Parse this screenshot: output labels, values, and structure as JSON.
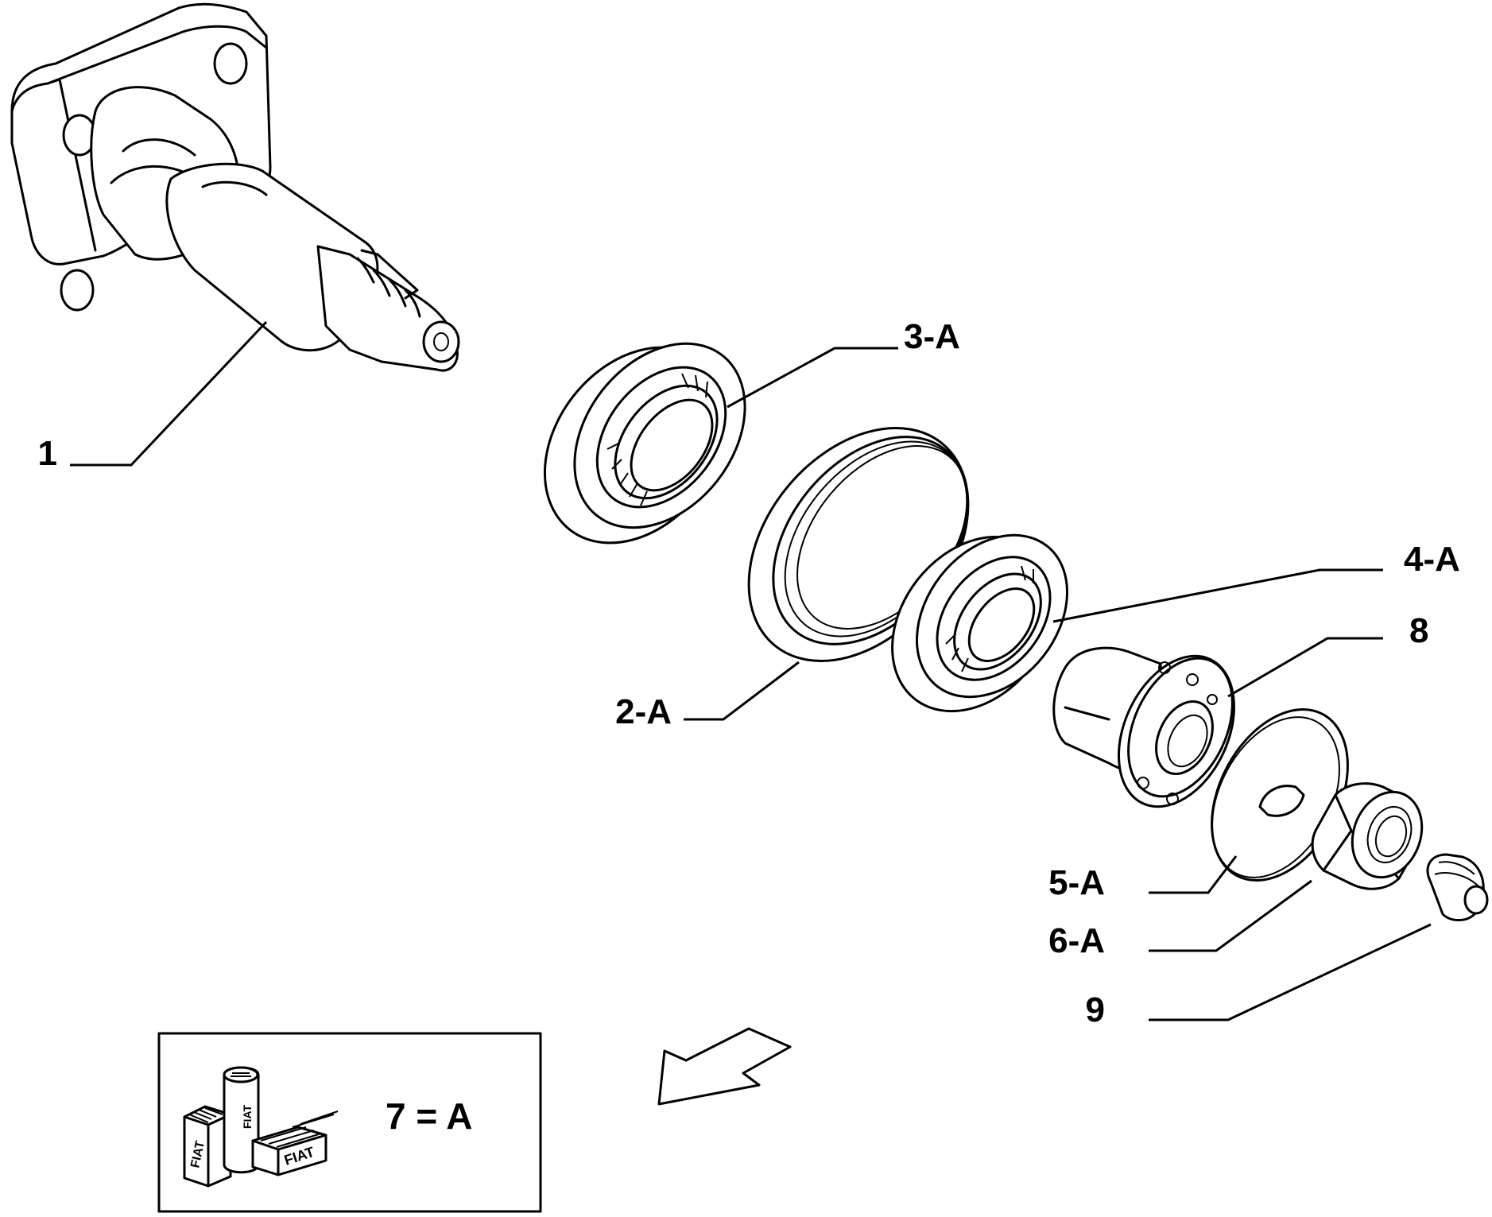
{
  "callouts": [
    {
      "id": "1",
      "text": "1"
    },
    {
      "id": "2a",
      "text": "2-A"
    },
    {
      "id": "3a",
      "text": "3-A"
    },
    {
      "id": "4a",
      "text": "4-A"
    },
    {
      "id": "5a",
      "text": "5-A"
    },
    {
      "id": "6a",
      "text": "6-A"
    },
    {
      "id": "8",
      "text": "8"
    },
    {
      "id": "9",
      "text": "9"
    }
  ],
  "legend": {
    "equation": "7 = A",
    "brand_text": "FIAT"
  },
  "colors": {
    "line": "#000000",
    "background": "#ffffff"
  }
}
